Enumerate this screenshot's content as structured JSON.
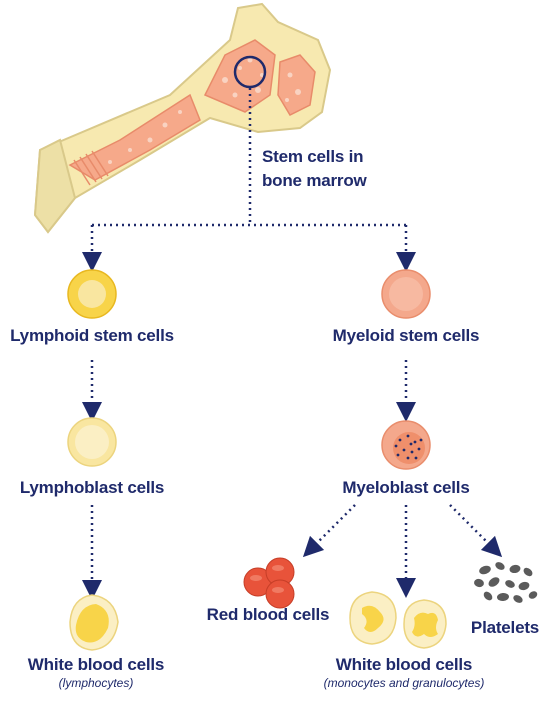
{
  "title": "Stem cells in bone marrow",
  "title_line1": "Stem cells in",
  "title_line2": "bone marrow",
  "lymphoid": {
    "stem": "Lymphoid stem cells",
    "blast": "Lymphoblast cells",
    "final": "White blood cells",
    "final_sub": "(lymphocytes)"
  },
  "myeloid": {
    "stem": "Myeloid stem cells",
    "blast": "Myeloblast cells",
    "rbc": "Red blood cells",
    "wbc": "White blood cells",
    "wbc_sub": "(monocytes and granulocytes)",
    "platelets": "Platelets"
  },
  "colors": {
    "navy": "#1f2a6b",
    "bone": "#f7e9b0",
    "bone_outline": "#d9c98a",
    "marrow": "#f6a98a",
    "lymph_cell": "#f8d449",
    "lymph_cell_light": "#f9e6a0",
    "myeloid_cell": "#f4a88c",
    "red_cell": "#e8533a",
    "platelet": "#5b5b5b"
  }
}
